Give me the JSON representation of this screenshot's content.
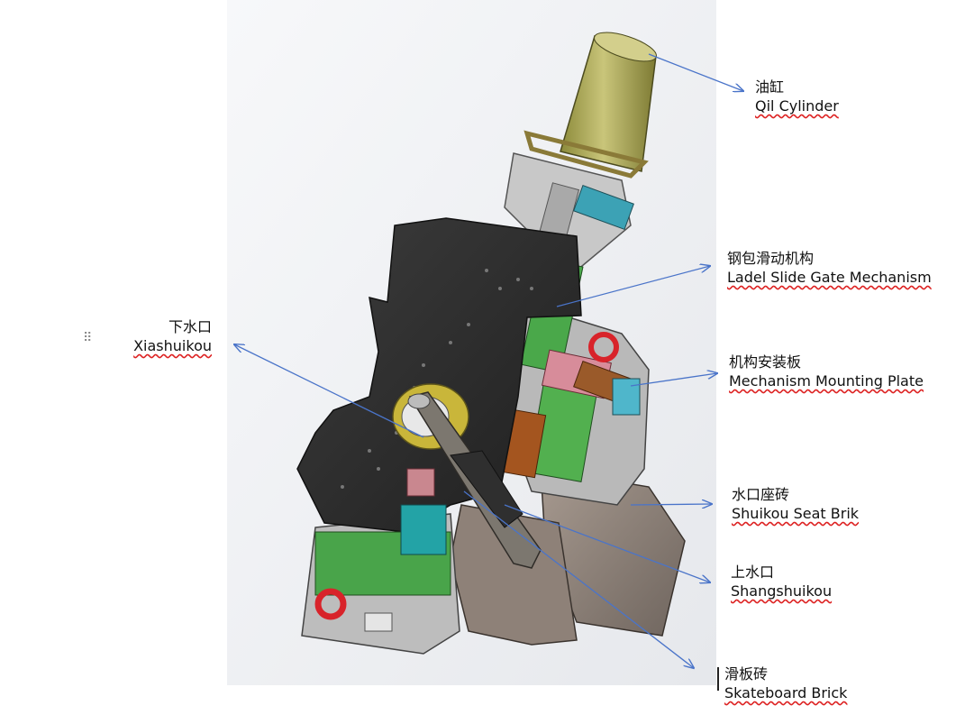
{
  "colors": {
    "leader_line": "#4a74c9",
    "background_panel": "#eef0f3",
    "spellcheck_underline": "#d22"
  },
  "icons": {
    "drag_handle": "drag-handle-icon"
  },
  "labels": {
    "oil_cylinder": {
      "cn": "油缸",
      "en": "Qil Cylinder"
    },
    "ladel_slide_gate": {
      "cn": "钢包滑动机构",
      "en": "Ladel Slide Gate Mechanism"
    },
    "mounting_plate": {
      "cn": "机构安装板",
      "en": "Mechanism Mounting Plate"
    },
    "xiashuikou": {
      "cn": "下水口",
      "en": "Xiashuikou"
    },
    "shuikou_seat": {
      "cn": "水口座砖",
      "en": "Shuikou Seat Brik"
    },
    "shangshuikou": {
      "cn": "上水口",
      "en": "Shangshuikou"
    },
    "skateboard_brick": {
      "cn": "滑板砖",
      "en": "Skateboard Brick"
    }
  }
}
